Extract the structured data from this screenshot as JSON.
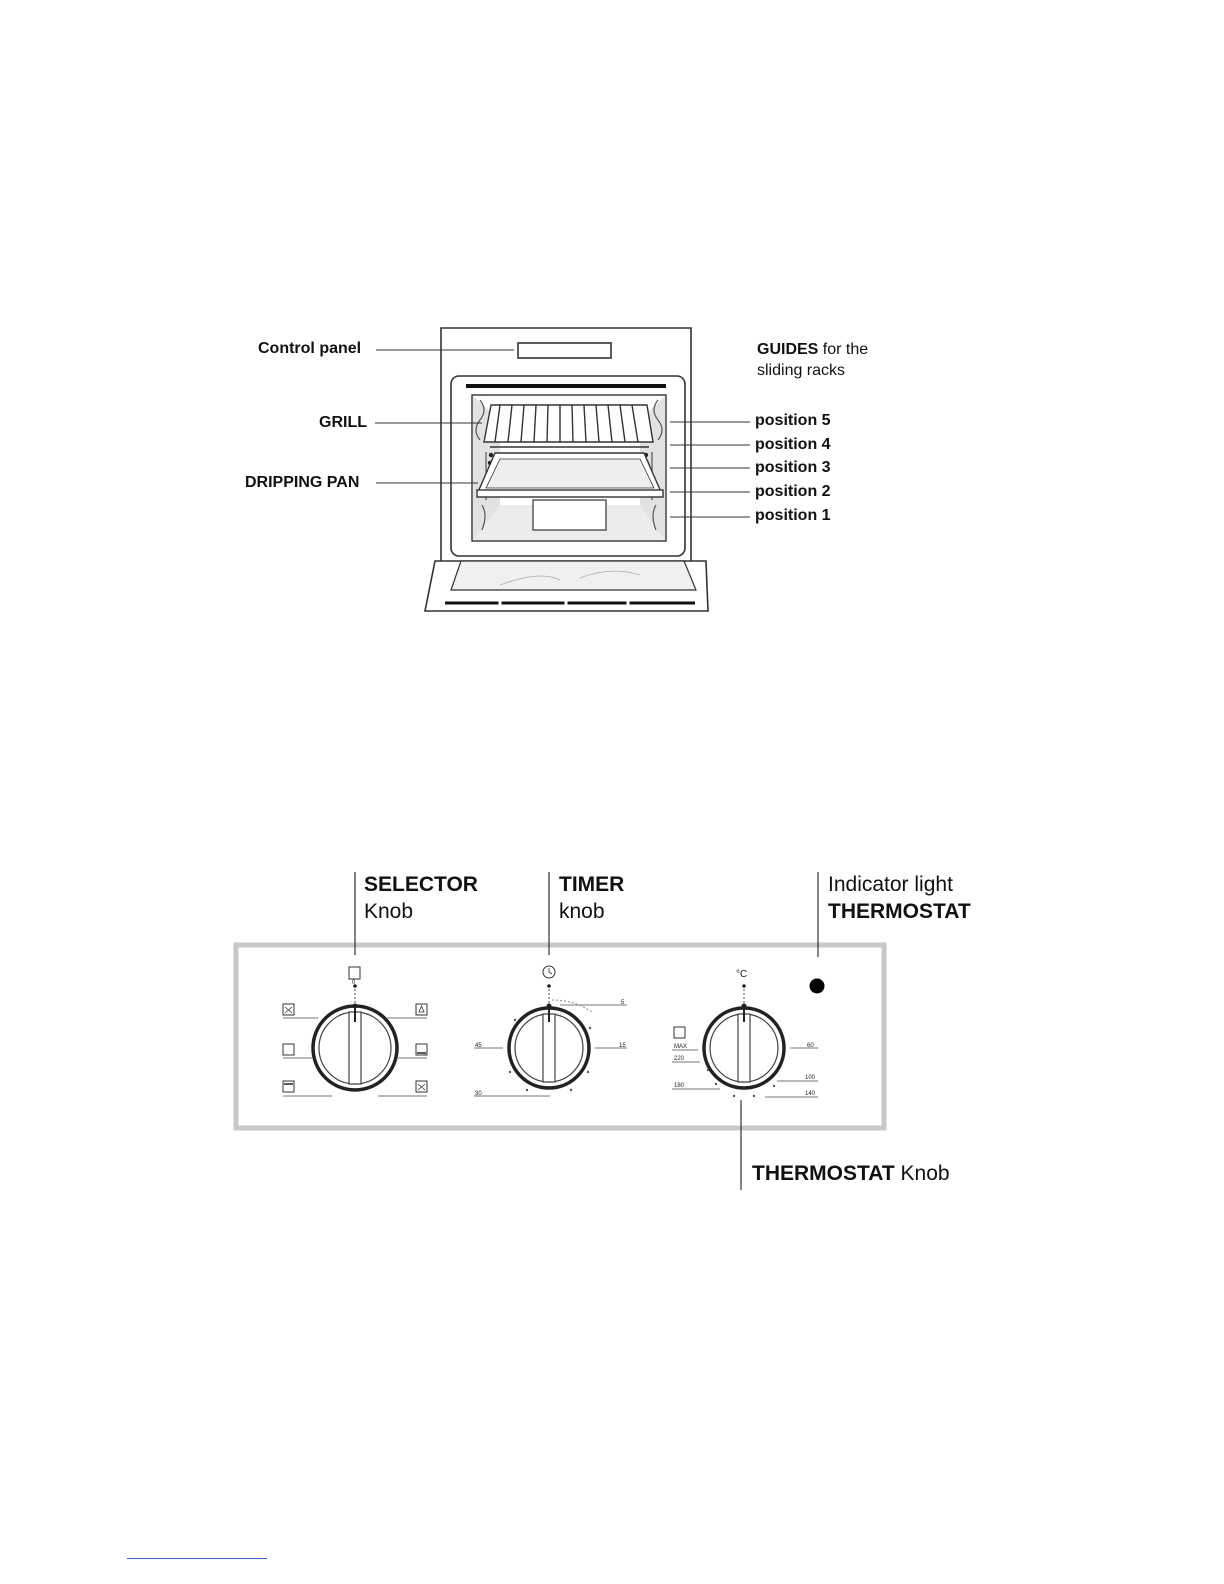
{
  "oven_diagram": {
    "control_panel": "Control panel",
    "grill": "GRILL",
    "dripping_pan": "DRIPPING PAN",
    "guides_bold": "GUIDES",
    "guides_rest": " for the",
    "guides_line2": "sliding racks",
    "positions": [
      "position 5",
      "position 4",
      "position 3",
      "position 2",
      "position 1"
    ]
  },
  "panel_diagram": {
    "selector_bold": "SELECTOR",
    "selector_sub": "Knob",
    "timer_bold": "TIMER",
    "timer_sub": "knob",
    "indicator_line1": "Indicator light",
    "indicator_line2": "THERMOSTAT",
    "thermostat_bold": "THERMOSTAT",
    "thermostat_rest": " Knob",
    "timer_scale": {
      "t5": "5",
      "t15": "15",
      "t30": "30",
      "t45": "45"
    },
    "thermostat_scale": {
      "max": "MAX",
      "t220": "220",
      "t180": "180",
      "t140": "140",
      "t100": "100",
      "t60": "60"
    },
    "selector_zero": "0",
    "thermostat_unit": "°C"
  },
  "colors": {
    "panel_border": "#c8c8c8",
    "line": "#333333",
    "shadow": "#d8d8d8",
    "link": "#3a5fc0"
  }
}
